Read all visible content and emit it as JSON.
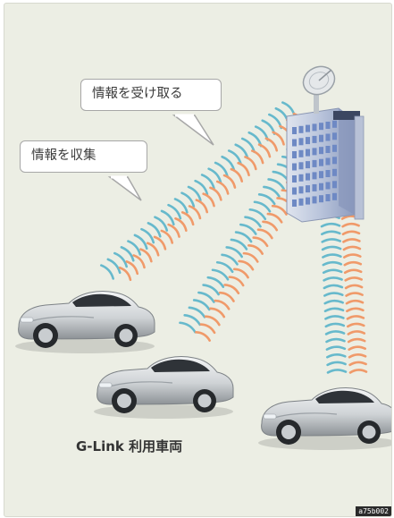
{
  "callouts": {
    "receive": "情報を受け取る",
    "collect": "情報を収集"
  },
  "caption": "G-Link 利用車両",
  "image_code": "a75b002",
  "icons": {
    "center": "satellite-dish-building-icon",
    "vehicle": "convertible-car-icon"
  },
  "colors": {
    "background": "#eceee4",
    "wave_receive": "#f09a6a",
    "wave_send": "#67b9cc",
    "building": "#6e89c4",
    "car_body": "#d7dadc"
  }
}
